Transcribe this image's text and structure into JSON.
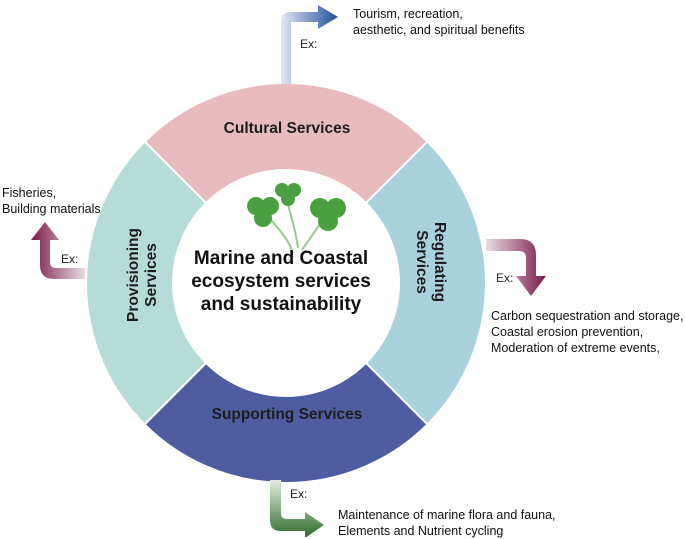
{
  "center": {
    "lines": [
      "Marine and Coastal",
      "ecosystem services",
      "and sustainability"
    ]
  },
  "services": {
    "cultural": {
      "label": "Cultural Services",
      "color": "#e8bcbf",
      "ex_label": "Ex:",
      "examples": [
        "Tourism, recreation,",
        "aesthetic, and spiritual benefits"
      ],
      "arrow_color": "#1f4e9c"
    },
    "regulating": {
      "label_lines": [
        "Regulating",
        "Services"
      ],
      "color": "#a9d2dc",
      "ex_label": "Ex:",
      "examples": [
        "Carbon sequestration and storage,",
        "Coastal erosion prevention,",
        "Moderation of extreme events,"
      ],
      "arrow_color": "#7a1a4a"
    },
    "supporting": {
      "label": "Supporting Services",
      "color": "#4e5ca0",
      "ex_label": "Ex:",
      "examples": [
        "Maintenance of marine flora and fauna,",
        "Elements and Nutrient cycling"
      ],
      "arrow_color": "#2c6b2a"
    },
    "provisioning": {
      "label_lines": [
        "Provisioning",
        "Services"
      ],
      "color": "#b5dcd6",
      "ex_label": "Ex:",
      "examples": [
        "Fisheries,",
        "Building materials"
      ],
      "arrow_color": "#7a1a4a"
    }
  },
  "icons": {
    "center_icon": "clover-sprouts-icon"
  }
}
